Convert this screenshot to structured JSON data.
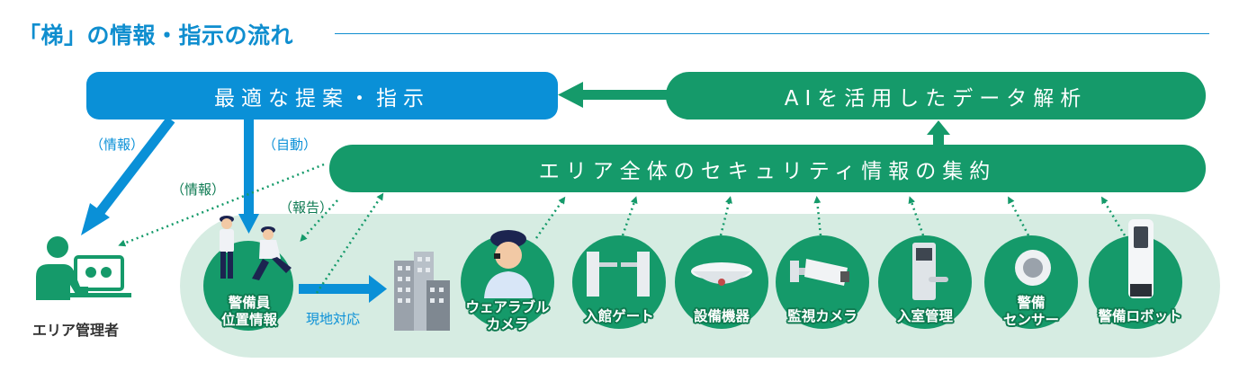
{
  "title": "「梯」の情報・指示の流れ",
  "boxes": {
    "proposal": "最適な提案・指示",
    "ai": "AIを活用したデータ解析",
    "aggregate": "エリア全体のセキュリティ情報の集約"
  },
  "labels": {
    "info1": "（情報）",
    "auto": "（自動）",
    "info2": "（情報）",
    "report": "（報告）",
    "guard_line1": "警備員",
    "guard_line2": "位置情報",
    "onsite": "現地対応",
    "admin": "エリア管理者"
  },
  "devices": {
    "wearable_1": "ウェアラブル",
    "wearable_2": "カメラ",
    "gate": "入館ゲート",
    "equipment": "設備機器",
    "camera": "監視カメラ",
    "room": "入室管理",
    "sensor_1": "警備",
    "sensor_2": "センサー",
    "robot": "警備ロボット"
  },
  "colors": {
    "blue": "#0a90d7",
    "green": "#159a6a",
    "ground": "#d6ece2"
  }
}
